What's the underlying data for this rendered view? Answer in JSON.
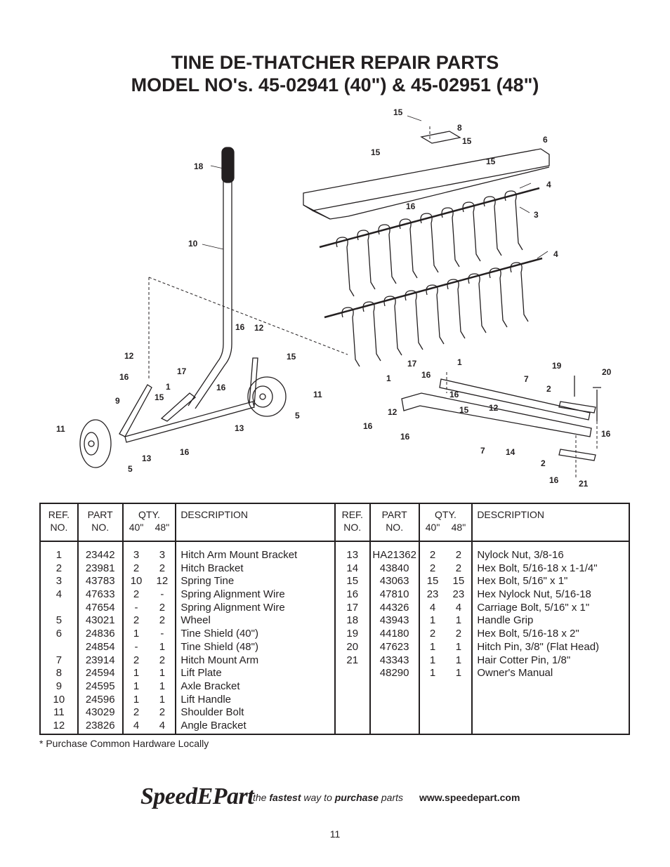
{
  "header": {
    "title_line1": "TINE DE-THATCHER REPAIR PARTS",
    "title_line2": "MODEL NO's. 45-02941 (40\") & 45-02951 (48\")"
  },
  "table": {
    "headers": {
      "ref": "REF.",
      "ref2": "NO.",
      "part": "PART",
      "part2": "NO.",
      "qty": "QTY.",
      "q40": "40\"",
      "q48": "48\"",
      "desc": "DESCRIPTION"
    },
    "left": {
      "refs": [
        "1",
        "2",
        "3",
        "4",
        "",
        "5",
        "6",
        "",
        "7",
        "8",
        "9",
        "10",
        "11",
        "12"
      ],
      "parts": [
        "23442",
        "23981",
        "43783",
        "47633",
        "47654",
        "43021",
        "24836",
        "24854",
        "23914",
        "24594",
        "24595",
        "24596",
        "43029",
        "23826"
      ],
      "q40": [
        "3",
        "2",
        "10",
        "2",
        "-",
        "2",
        "1",
        "-",
        "2",
        "1",
        "1",
        "1",
        "2",
        "4"
      ],
      "q48": [
        "3",
        "2",
        "12",
        "-",
        "2",
        "2",
        "-",
        "1",
        "2",
        "1",
        "1",
        "1",
        "2",
        "4"
      ],
      "desc": [
        "Hitch Arm Mount Bracket",
        "Hitch Bracket",
        "Spring Tine",
        "Spring Alignment Wire",
        "Spring Alignment Wire",
        "Wheel",
        "Tine Shield (40\")",
        "Tine Shield (48\")",
        "Hitch Mount Arm",
        "Lift Plate",
        "Axle Bracket",
        "Lift Handle",
        "Shoulder Bolt",
        "Angle Bracket"
      ]
    },
    "right": {
      "refs": [
        "13",
        "14",
        "15",
        "16",
        "17",
        "18",
        "19",
        "20",
        "21"
      ],
      "parts": [
        "HA21362",
        "43840",
        "43063",
        "47810",
        "44326",
        "43943",
        "44180",
        "47623",
        "43343",
        "48290"
      ],
      "q40": [
        "2",
        "2",
        "15",
        "23",
        "4",
        "1",
        "2",
        "1",
        "1",
        "1"
      ],
      "q48": [
        "2",
        "2",
        "15",
        "23",
        "4",
        "1",
        "2",
        "1",
        "1",
        "1"
      ],
      "desc": [
        "Nylock Nut, 3/8-16",
        "Hex Bolt, 5/16-18 x 1-1/4\"",
        "Hex Bolt, 5/16\" x 1\"",
        "Hex Nylock Nut, 5/16-18",
        "Carriage Bolt, 5/16\" x 1\"",
        "Handle Grip",
        "Hex Bolt, 5/16-18 x 2\"",
        "Hitch Pin, 3/8\" (Flat Head)",
        "Hair Cotter Pin, 1/8\"",
        "Owner's Manual"
      ]
    }
  },
  "footer": {
    "note": "* Purchase Common Hardware Locally",
    "logo_a": "Speed",
    "logo_b": "E",
    "logo_c": "Part",
    "tagline_a": "the ",
    "tagline_b": "fastest",
    "tagline_c": " way to ",
    "tagline_d": "purchase",
    "tagline_e": " parts",
    "url": "www.speedepart.com",
    "page_number": "11"
  },
  "diagram": {
    "callouts": [
      "15",
      "8",
      "15",
      "6",
      "15",
      "15",
      "18",
      "4",
      "16",
      "3",
      "10",
      "4",
      "16",
      "12",
      "12",
      "15",
      "16",
      "17",
      "1",
      "16",
      "9",
      "15",
      "11",
      "11",
      "5",
      "13",
      "16",
      "13",
      "5",
      "17",
      "1",
      "1",
      "16",
      "7",
      "19",
      "20",
      "2",
      "16",
      "12",
      "15",
      "12",
      "16",
      "16",
      "16",
      "7",
      "14",
      "2",
      "16",
      "21"
    ]
  }
}
